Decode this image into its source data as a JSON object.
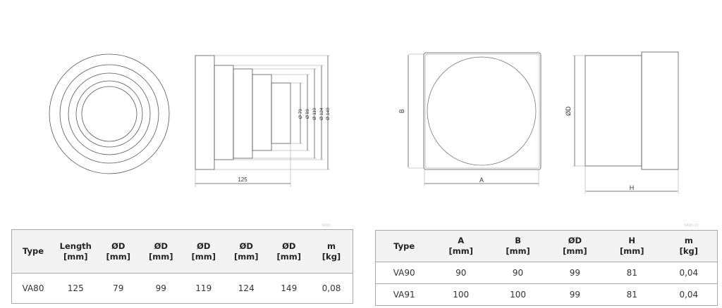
{
  "drawing1": {
    "dims": [
      "Ø 79",
      "Ø 99",
      "Ø 119",
      "Ø 124",
      "Ø 149"
    ],
    "length": "125"
  },
  "drawing2": {
    "A": "A",
    "B": "B",
    "D": "ØD",
    "H": "H"
  },
  "table1": {
    "caption": "VA80",
    "headers": [
      [
        "Type",
        ""
      ],
      [
        "Length",
        "[mm]"
      ],
      [
        "ØD",
        "[mm]"
      ],
      [
        "ØD",
        "[mm]"
      ],
      [
        "ØD",
        "[mm]"
      ],
      [
        "ØD",
        "[mm]"
      ],
      [
        "ØD",
        "[mm]"
      ],
      [
        "m",
        "[kg]"
      ]
    ],
    "rows": [
      [
        "VA80",
        "125",
        "79",
        "99",
        "119",
        "124",
        "149",
        "0,08"
      ]
    ]
  },
  "table2": {
    "caption": "VA90-91",
    "headers": [
      [
        "Type",
        ""
      ],
      [
        "A",
        "[mm]"
      ],
      [
        "B",
        "[mm]"
      ],
      [
        "ØD",
        "[mm]"
      ],
      [
        "H",
        "[mm]"
      ],
      [
        "m",
        "[kg]"
      ]
    ],
    "rows": [
      [
        "VA90",
        "90",
        "90",
        "99",
        "81",
        "0,04"
      ],
      [
        "VA91",
        "100",
        "100",
        "99",
        "81",
        "0,04"
      ]
    ]
  }
}
